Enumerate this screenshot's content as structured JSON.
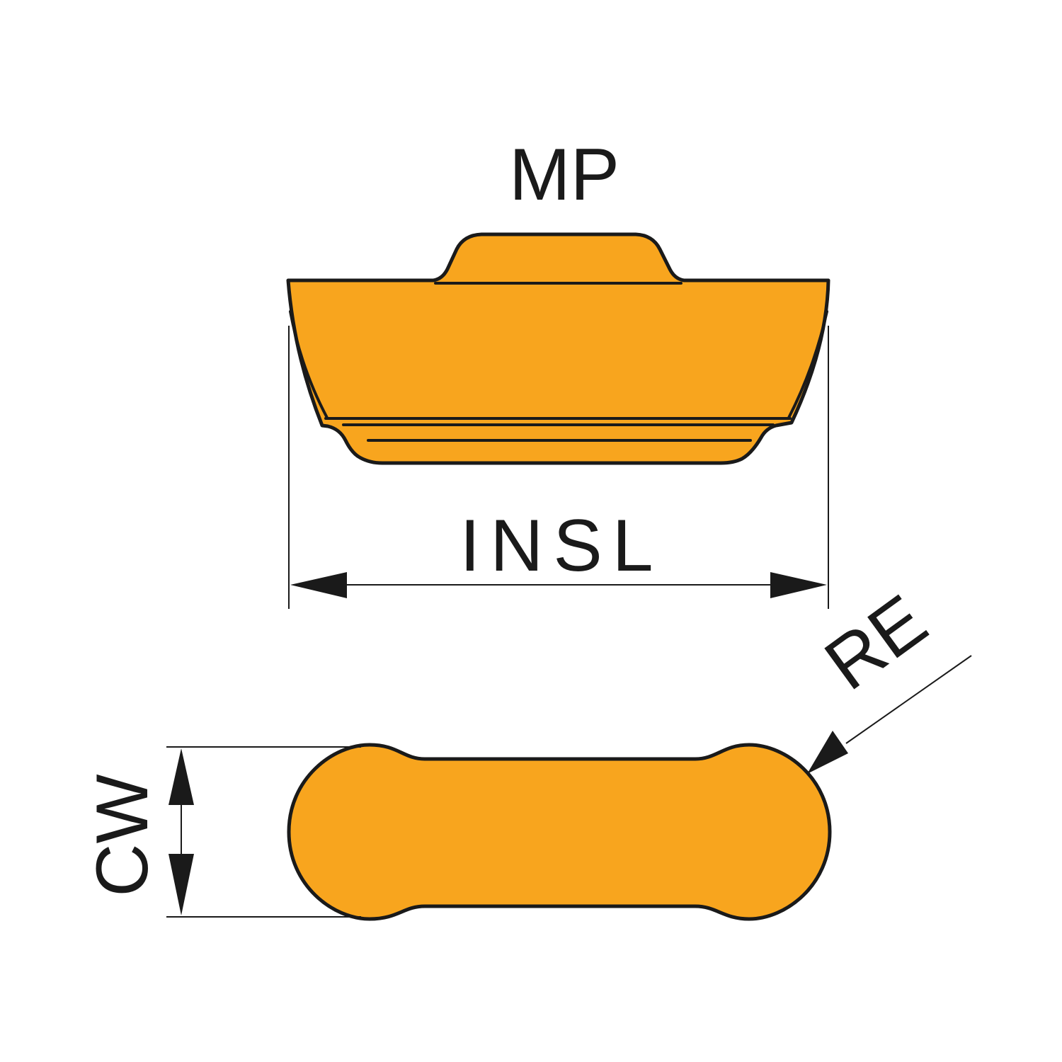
{
  "labels": {
    "mp": "MP",
    "insl": "INSL",
    "re": "RE",
    "cw": "CW"
  },
  "colors": {
    "insert_fill": "#F8A51E",
    "outline": "#1a1a1a",
    "background": "#ffffff"
  }
}
